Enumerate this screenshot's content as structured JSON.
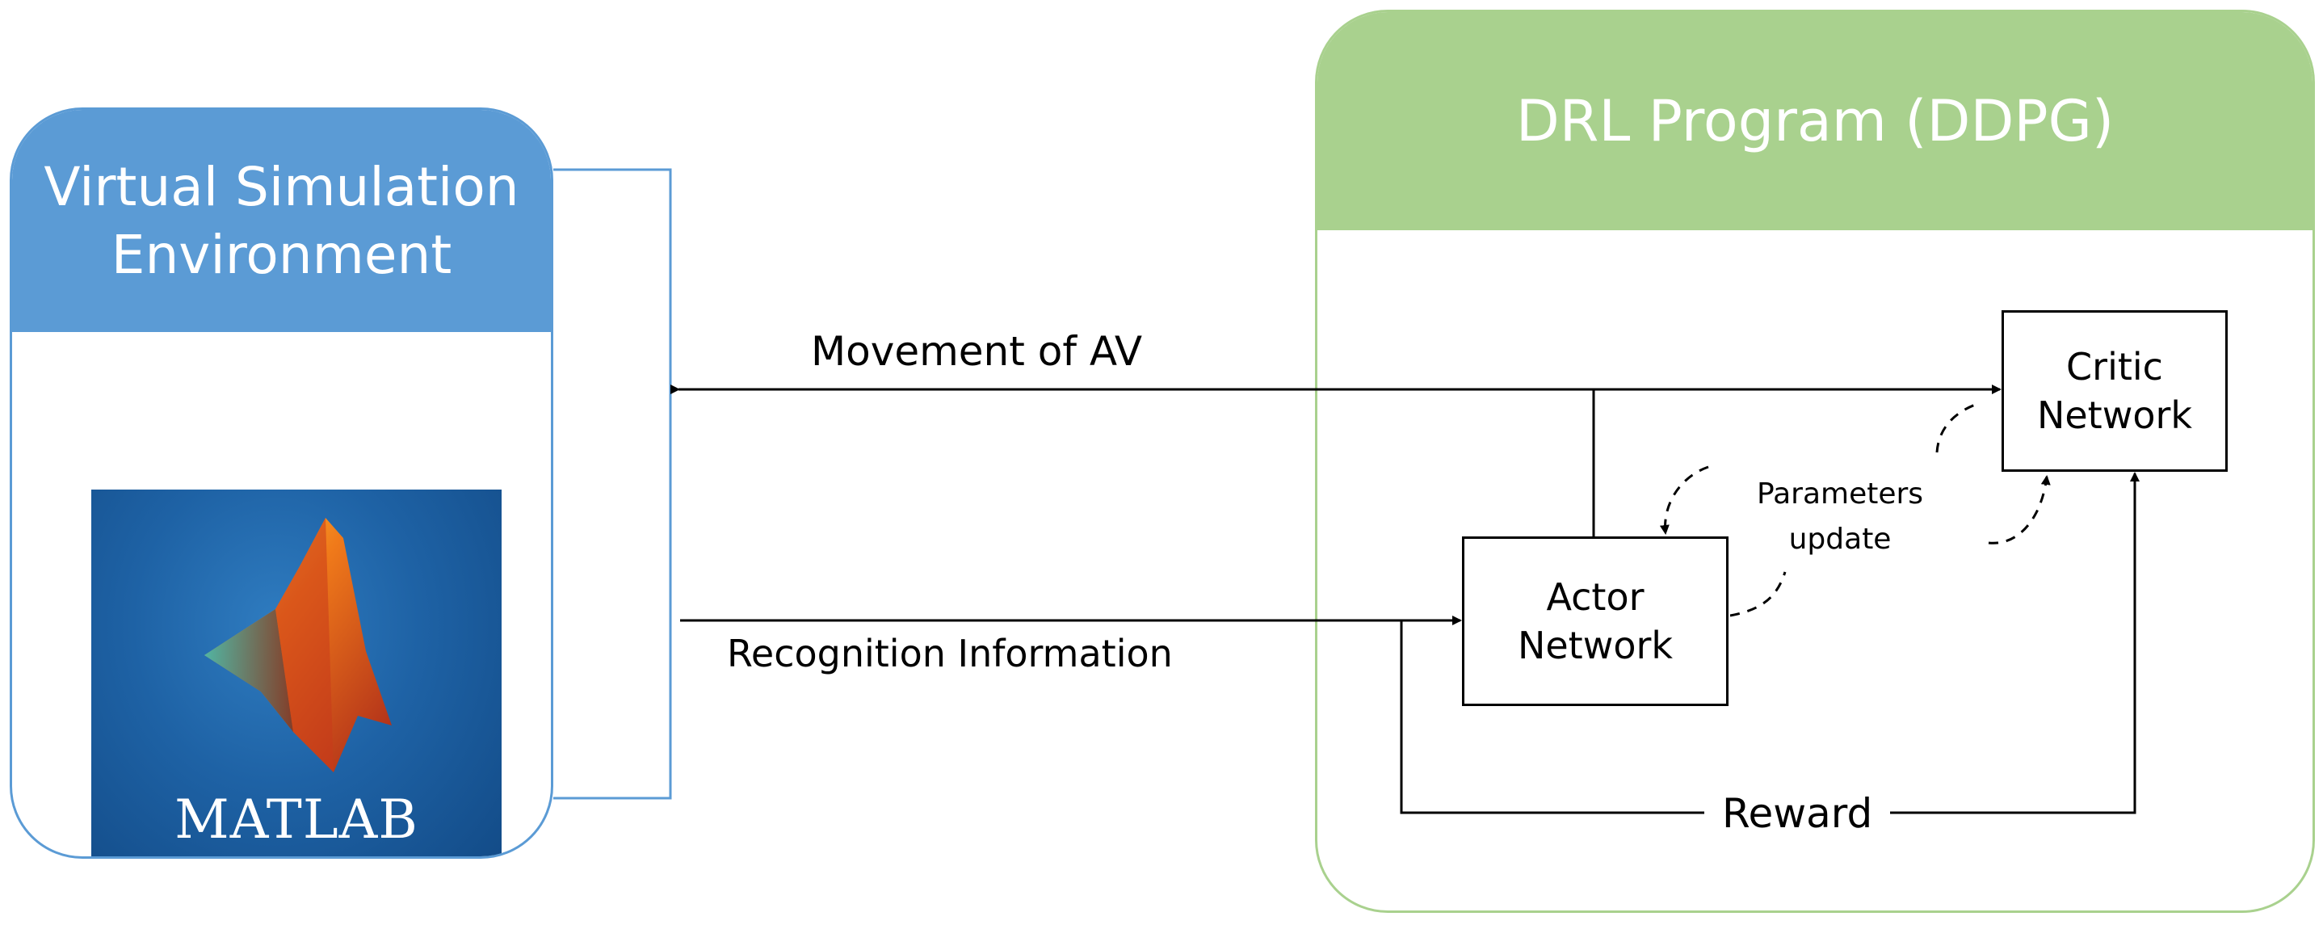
{
  "environment": {
    "title": "Virtual Simulation\nEnvironment",
    "logo_label": "MATLAB",
    "panel_color": "#5b9bd5"
  },
  "drl": {
    "title": "DRL Program (DDPG)",
    "panel_color": "#a9d18e"
  },
  "nodes": {
    "critic": "Critic\nNetwork",
    "actor": "Actor\nNetwork"
  },
  "edges": {
    "movement": "Movement of AV",
    "recognition": "Recognition Information",
    "reward": "Reward",
    "params": "Parameters\nupdate"
  }
}
